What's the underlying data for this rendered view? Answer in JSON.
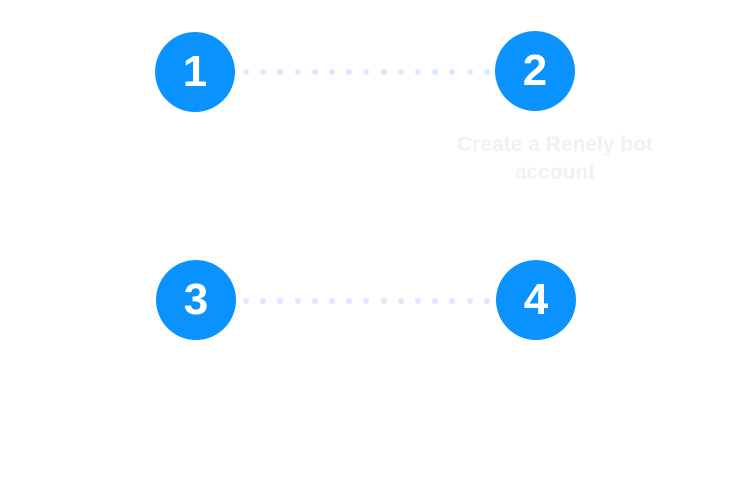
{
  "steps": [
    {
      "number": "1",
      "caption": ""
    },
    {
      "number": "2",
      "caption": "Create a Renely bot account"
    },
    {
      "number": "3",
      "caption": ""
    },
    {
      "number": "4",
      "caption": ""
    }
  ],
  "colors": {
    "accent": "#0a93ff",
    "connector": "#d7eaff",
    "faint_text": "#eef2f7"
  }
}
